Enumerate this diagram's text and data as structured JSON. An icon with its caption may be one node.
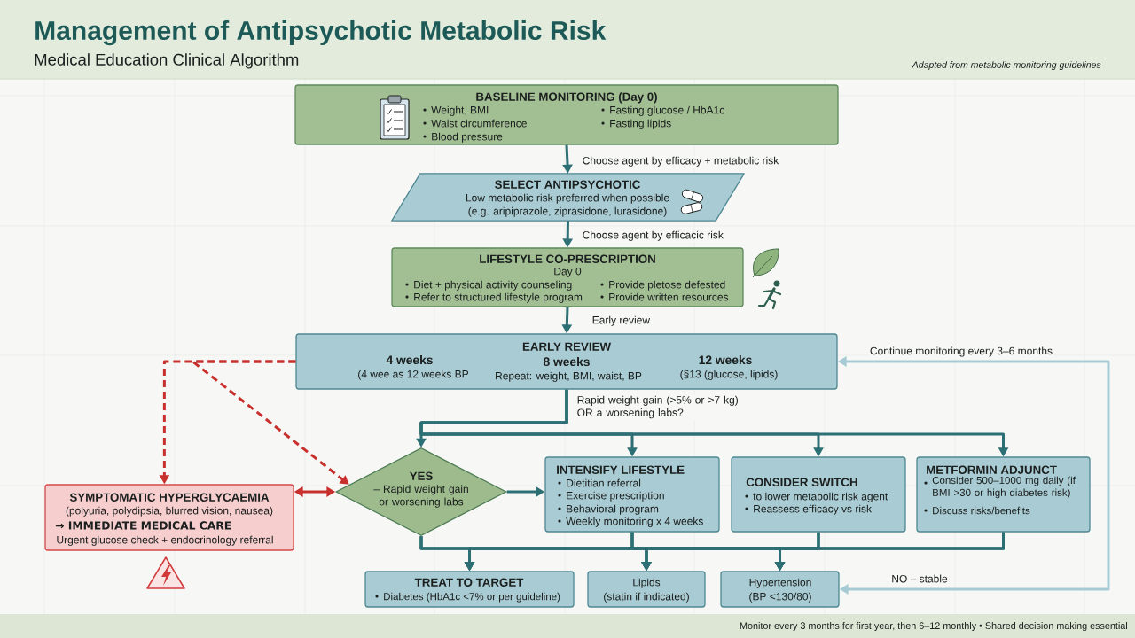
{
  "diagram": {
    "title": "Management of Antipsychotic Metabolic Risk",
    "caption": "Monitor every 3 months for first year, then 6–12 monthly • Shared decision making essential",
    "nodes": [
      {
        "text": [
          "BASELINE MONITORING (Day 0)",
          "Weight, BMI",
          "Waist circumference",
          "Blood pressure",
          "Fasting glucose / HbA1c",
          "Fasting lipids"
        ]
      },
      {
        "text": [
          "SELECT ANTIPSYCHOTIC",
          "Low metabolic risk preferred when possible",
          "(e.g. aripiprazole, ziprasidone, lurasidone)"
        ]
      },
      {
        "text": [
          "LIFESTYLE CO-PRESCRIPTION",
          "Day 0",
          "Diet + physical activity counseling",
          "Refer to structured lifestyle program",
          "Provide pletose defested",
          "Provide written resources"
        ]
      },
      {
        "text": [
          "EARLY REVIEW",
          "4 weeks",
          "8 weeks",
          "12 weeks",
          "(4 wee as 12 weeks BP",
          "Repeat: weight, BMI, waist, BP",
          "(§13 (glucose, lipids)"
        ]
      },
      {
        "text": [
          "SYMPTOMATIC HYPERGLYCAEMIA",
          "(polyuria, polydipsia, blurred vision, nausea)",
          "→ IMMEDIATE MEDICAL CARE",
          "Urgent glucose check + endocrinology referral"
        ]
      },
      {
        "text": [
          "YES",
          "– Rapid weight gain or worsening labs"
        ]
      },
      {
        "text": [
          "INTENSIFY LIFESTYLE",
          "Dietitian referral",
          "Exercise prescription",
          "Behavioral program",
          "Weekly monitoring x 4 weeks"
        ]
      },
      {
        "text": [
          "CONSIDER SWITCH",
          "to lower metabolic risk agent",
          "Reassess efficacy vs risk"
        ]
      },
      {
        "text": [
          "METFORMIN ADJUNCT",
          "Consider 500–1000 mg daily (if BMI >30 or high diabetes risk)",
          "Discuss risks/benefits"
        ]
      },
      {
        "text": [
          "TREAT TO TARGET",
          "Diabetes (HbA1c <7% or per guideline)"
        ]
      },
      {
        "text": [
          "Lipids",
          "(statin if indicated)"
        ]
      },
      {
        "text": [
          "Hypertension",
          "(BP <130/80)"
        ]
      }
    ],
    "edges": [
      {
        "from": 0,
        "to": 1,
        "arrow": "to",
        "label": "Choose agent by efficacy + metabolic risk"
      },
      {
        "from": 1,
        "to": 2,
        "arrow": "to",
        "label": "Choose agent by efficacic risk"
      },
      {
        "from": 2,
        "to": 3,
        "arrow": "to",
        "label": "Early review"
      },
      {
        "from": 3,
        "to": 5,
        "arrow": "to",
        "label": "Rapid weight gain (>5% or >7 kg) OR a worsening labs?"
      },
      {
        "from": 3,
        "to": 6,
        "arrow": "to"
      },
      {
        "from": 3,
        "to": 7,
        "arrow": "to"
      },
      {
        "from": 3,
        "to": 8,
        "arrow": "to"
      },
      {
        "from": 3,
        "to": 4,
        "arrow": "to",
        "style": "dashed",
        "color": "#c8302e"
      },
      {
        "from": 3,
        "to": 5,
        "arrow": "to",
        "style": "dashed",
        "color": "#c8302e"
      },
      {
        "from": 4,
        "to": 5,
        "arrow": "both",
        "color": "#c8302e"
      },
      {
        "from": 5,
        "to": 6,
        "arrow": "to"
      },
      {
        "from": 5,
        "to": 9,
        "arrow": "to"
      },
      {
        "from": 5,
        "to": 10,
        "arrow": "to"
      },
      {
        "from": 5,
        "to": 11,
        "arrow": "to"
      },
      {
        "from": 6,
        "to": 9,
        "arrow": "to"
      },
      {
        "from": 6,
        "to": 10,
        "arrow": "to"
      },
      {
        "from": 6,
        "to": 11,
        "arrow": "to"
      },
      {
        "from": 7,
        "to": 9,
        "arrow": "to"
      },
      {
        "from": 7,
        "to": 10,
        "arrow": "to"
      },
      {
        "from": 7,
        "to": 11,
        "arrow": "to"
      },
      {
        "from": 8,
        "to": 9,
        "arrow": "to"
      },
      {
        "from": 8,
        "to": 10,
        "arrow": "to"
      },
      {
        "from": 8,
        "to": 11,
        "arrow": "to"
      },
      {
        "from": 11,
        "to": 3,
        "arrow": "both",
        "color": "#a7cbd5",
        "label": "Continue monitoring every 3–6 months"
      }
    ],
    "labels": [
      "Medical Education Clinical Algorithm",
      "Adapted from metabolic monitoring guidelines",
      "NO – stable"
    ]
  }
}
